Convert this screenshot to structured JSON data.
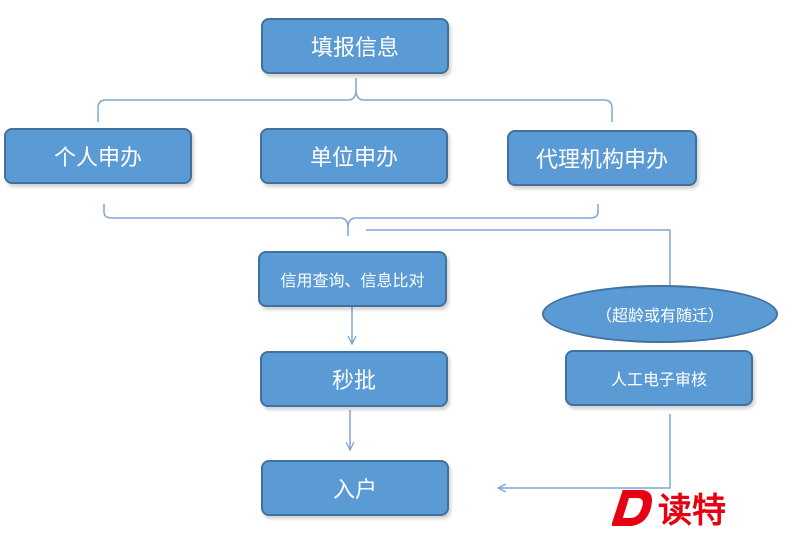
{
  "diagram": {
    "root": "填报信息",
    "applicants": [
      "个人申办",
      "单位申办",
      "代理机构申办"
    ],
    "check": "信用查询、信息比对",
    "approve": "秒批",
    "settle": "入户",
    "special_case": "（超龄或有随迁）",
    "manual_review": "人工电子审核"
  },
  "watermark": {
    "text": "D读特",
    "color": "#e60012"
  },
  "colors": {
    "box_fill": "#5b9bd5",
    "box_border": "#41719c",
    "connector": "#7fa6d3"
  }
}
